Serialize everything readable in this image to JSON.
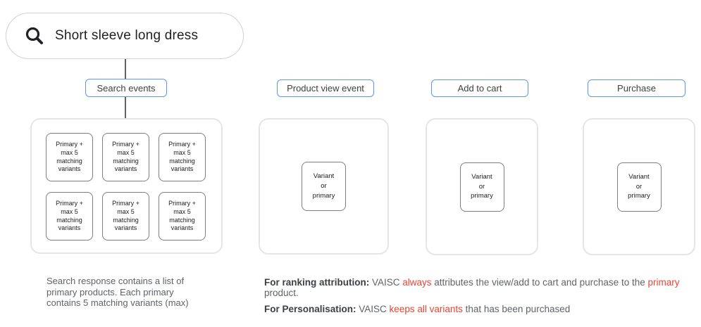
{
  "colors": {
    "accent_blue": "#5a96f5",
    "highlight_red": "#ea4335",
    "line_gray": "#5f6368"
  },
  "search_bar": {
    "query": "Short sleeve long dress"
  },
  "columns": [
    {
      "label": "Search events",
      "cards": [
        "Primary +\nmax 5\nmatching\nvariants",
        "Primary +\nmax 5\nmatching\nvariants",
        "Primary +\nmax 5\nmatching\nvariants",
        "Primary +\nmax 5\nmatching\nvariants",
        "Primary +\nmax 5\nmatching\nvariants",
        "Primary +\nmax 5\nmatching\nvariants"
      ]
    },
    {
      "label": "Product view event",
      "cards": [
        "Variant\nor\nprimary"
      ]
    },
    {
      "label": "Add to cart",
      "cards": [
        "Variant\nor\nprimary"
      ]
    },
    {
      "label": "Purchase",
      "cards": [
        "Variant\nor\nprimary"
      ]
    }
  ],
  "notes": {
    "search_response": "Search response contains a list of\nprimary products. Each primary\ncontains 5 matching variants (max)",
    "ranking": [
      {
        "text": "For ranking attribution: ",
        "style": "bold"
      },
      {
        "text": "VAISC ",
        "style": "normal"
      },
      {
        "text": "always",
        "style": "red"
      },
      {
        "text": " attributes the view/add to cart and purchase to the ",
        "style": "normal"
      },
      {
        "text": "primary",
        "style": "red"
      },
      {
        "text": " product.",
        "style": "normal"
      }
    ],
    "personalisation": [
      {
        "text": "For Personalisation: ",
        "style": "bold"
      },
      {
        "text": "VAISC ",
        "style": "normal"
      },
      {
        "text": "keeps all variants",
        "style": "red"
      },
      {
        "text": " that has been purchased",
        "style": "normal"
      }
    ]
  }
}
